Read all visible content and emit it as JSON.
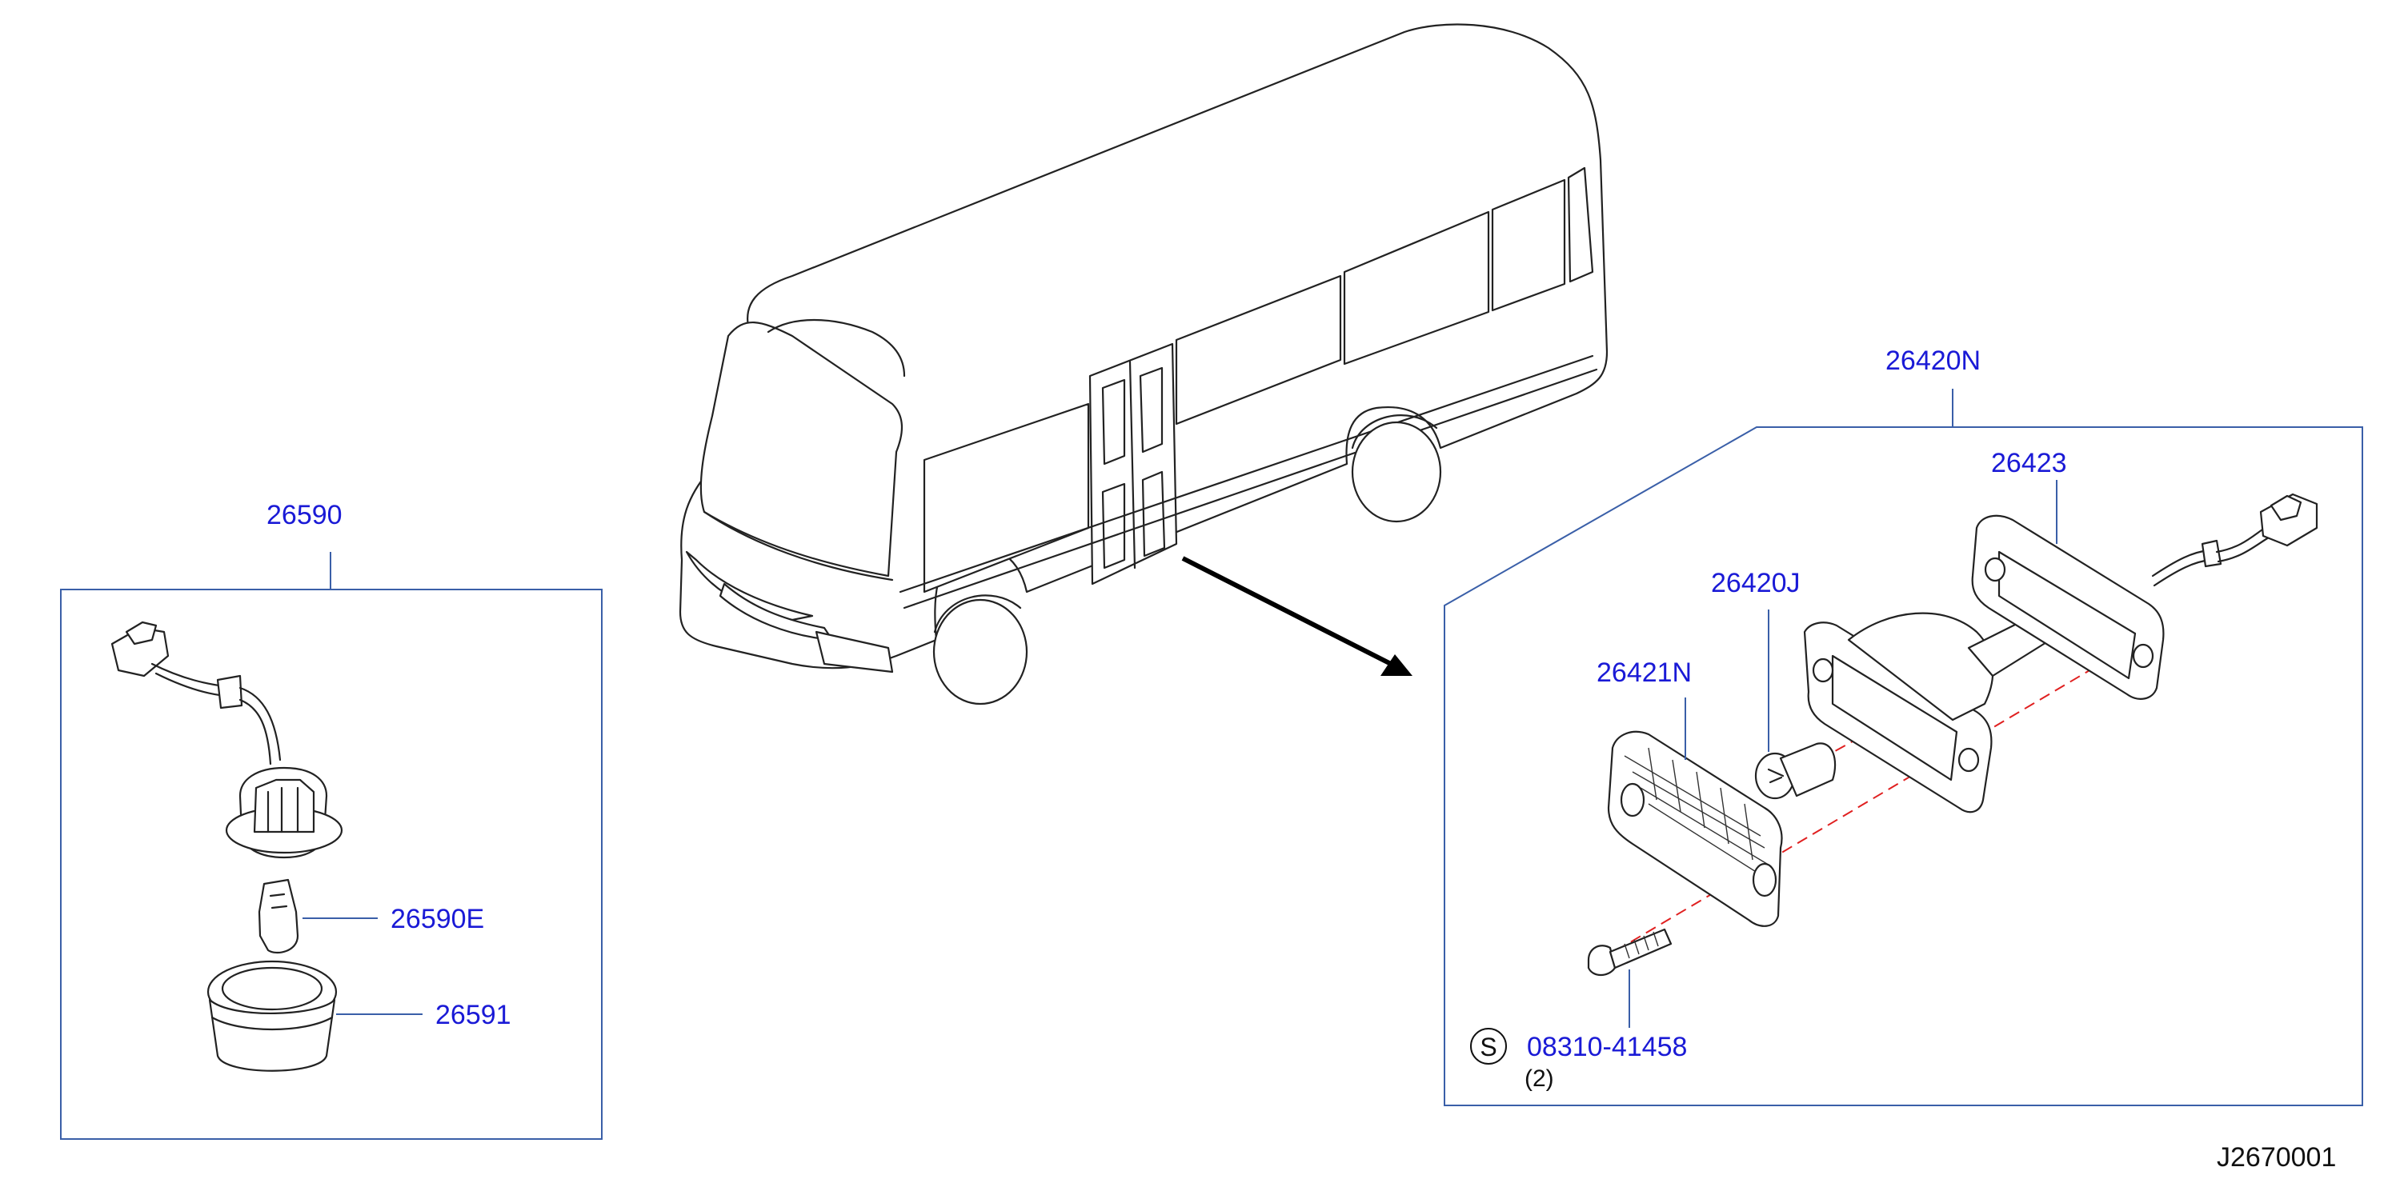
{
  "drawing_id": "J2670001",
  "colors": {
    "part_number": "#1a1ad6",
    "frame_line": "#3a5fa8",
    "centerline": "#e02020",
    "linework": "#222222"
  },
  "left_group": {
    "assembly_number": "26590",
    "parts": [
      {
        "number": "26590E"
      },
      {
        "number": "26591"
      }
    ]
  },
  "right_group": {
    "assembly_number": "26420N",
    "parts": [
      {
        "number": "26423"
      },
      {
        "number": "26420J"
      },
      {
        "number": "26421N"
      }
    ],
    "screw": {
      "symbol": "S",
      "number": "08310-41458",
      "quantity": "(2)"
    }
  }
}
